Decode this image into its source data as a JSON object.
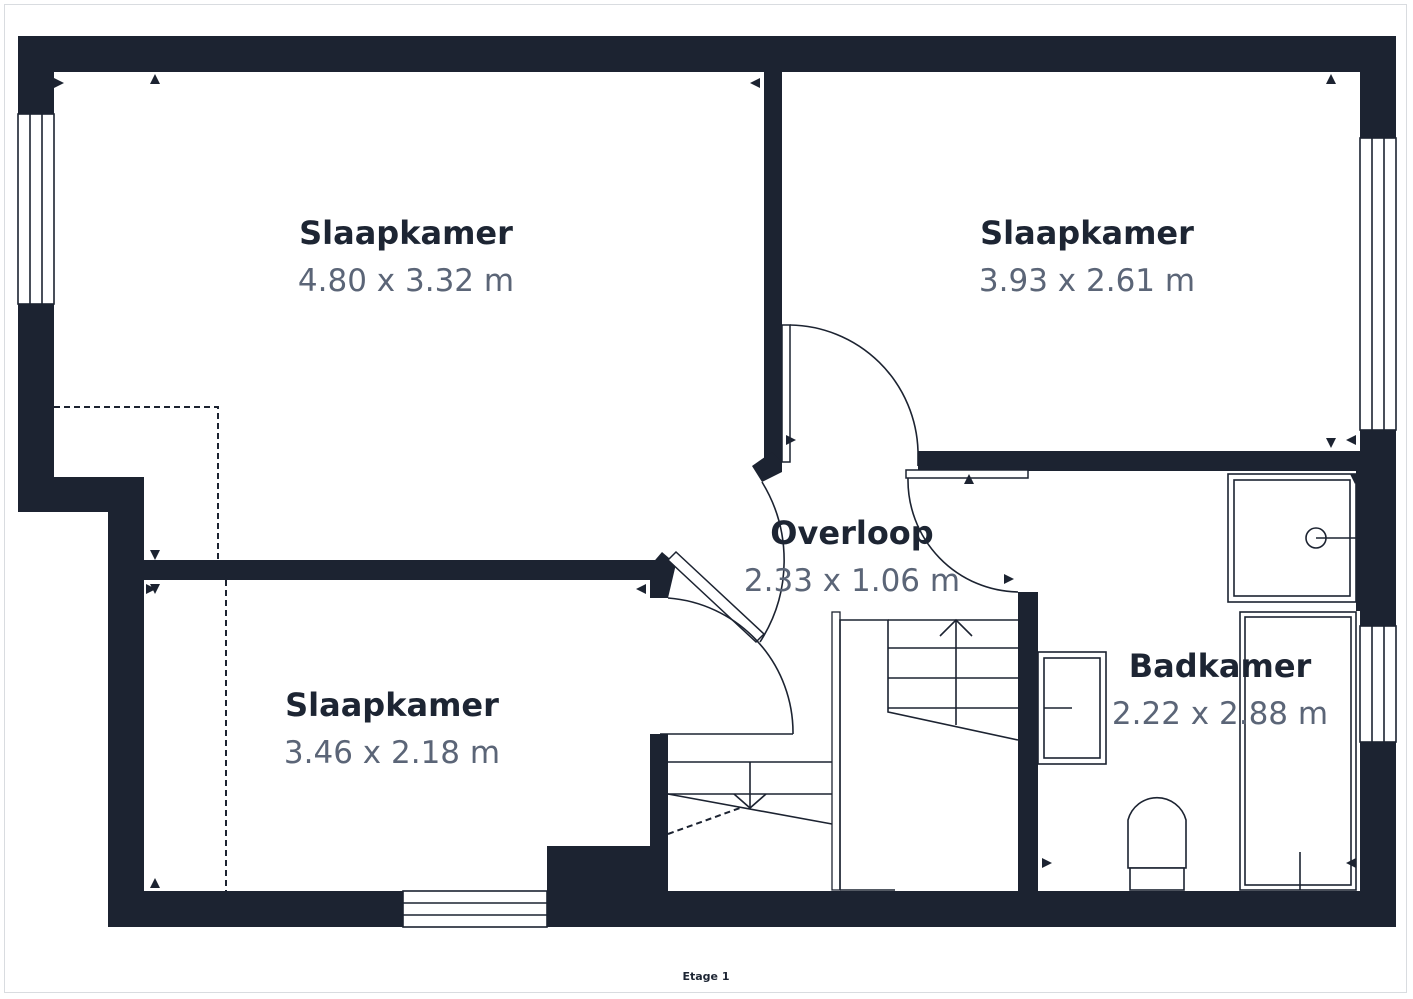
{
  "floor_label": "Etage 1",
  "rooms": [
    {
      "name": "Slaapkamer",
      "dimensions": "4.80 x 3.32 m"
    },
    {
      "name": "Slaapkamer",
      "dimensions": "3.93 x 2.61 m"
    },
    {
      "name": "Overloop",
      "dimensions": "2.33 x 1.06 m"
    },
    {
      "name": "Badkamer",
      "dimensions": "2.22 x 2.88 m"
    },
    {
      "name": "Slaapkamer",
      "dimensions": "3.46 x 2.18 m"
    }
  ],
  "colors": {
    "wall": "#1c2331",
    "label": "#1d2533",
    "dimension": "#5b6577"
  }
}
